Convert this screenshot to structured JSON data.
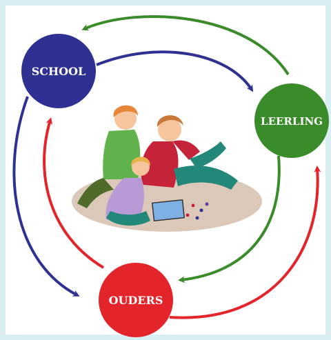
{
  "diagram": {
    "nodes": {
      "school": {
        "label": "SCHOOL",
        "color": "#2e3191"
      },
      "leerling": {
        "label": "LEERLING",
        "color": "#3a8c2a"
      },
      "ouders": {
        "label": "OUDERS",
        "color": "#e3242b"
      }
    },
    "arrow_colors": {
      "blue": "#2e3191",
      "green": "#3a8c2a",
      "red": "#e3242b"
    },
    "illustration": "family playing a board game on the floor"
  }
}
